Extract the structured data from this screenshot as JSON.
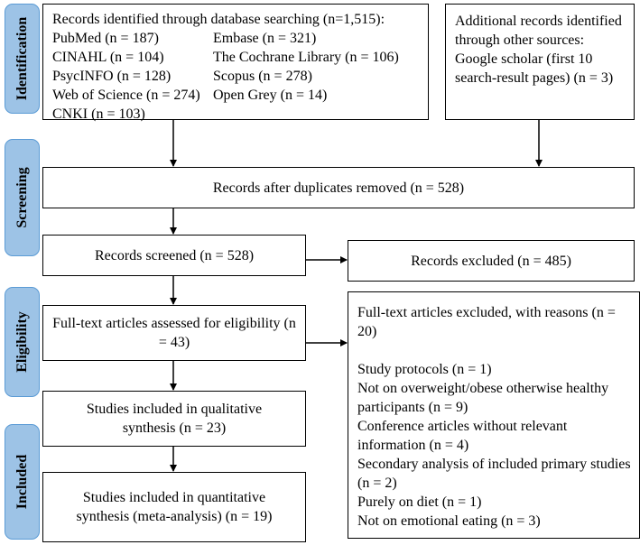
{
  "phases": [
    "Identification",
    "Screening",
    "Eligibility",
    "Included"
  ],
  "identification": {
    "database_title": "Records identified through database searching (n=1,515):",
    "databases": [
      "PubMed (n = 187)",
      "Embase (n = 321)",
      "CINAHL (n = 104)",
      "The Cochrane Library (n = 106)",
      "PsycINFO (n = 128)",
      "Scopus (n = 278)",
      "Web of Science (n = 274)",
      "Open Grey (n = 14)",
      "CNKI (n = 103)"
    ],
    "additional": "Additional records identified through other sources: Google scholar (first 10 search-result pages) (n = 3)"
  },
  "screening": {
    "duplicates_removed": "Records after duplicates removed (n = 528)",
    "screened": "Records screened (n = 528)",
    "excluded": "Records excluded (n = 485)"
  },
  "eligibility": {
    "fulltext": "Full-text articles assessed for eligibility (n = 43)",
    "excluded_title": "Full-text articles excluded, with reasons (n = 20)",
    "reasons": [
      "Study protocols (n = 1)",
      "Not on overweight/obese otherwise healthy participants (n = 9)",
      "Conference articles without relevant information (n = 4)",
      "Secondary analysis of included primary studies (n = 2)",
      "Purely on diet (n = 1)",
      "Not on emotional eating (n = 3)"
    ]
  },
  "included": {
    "qualitative": "Studies included in qualitative synthesis (n = 23)",
    "quantitative": "Studies included in quantitative synthesis (meta-analysis) (n = 19)"
  },
  "colors": {
    "phase_fill": "#9dc3e6",
    "phase_border": "#5b9bd5"
  }
}
